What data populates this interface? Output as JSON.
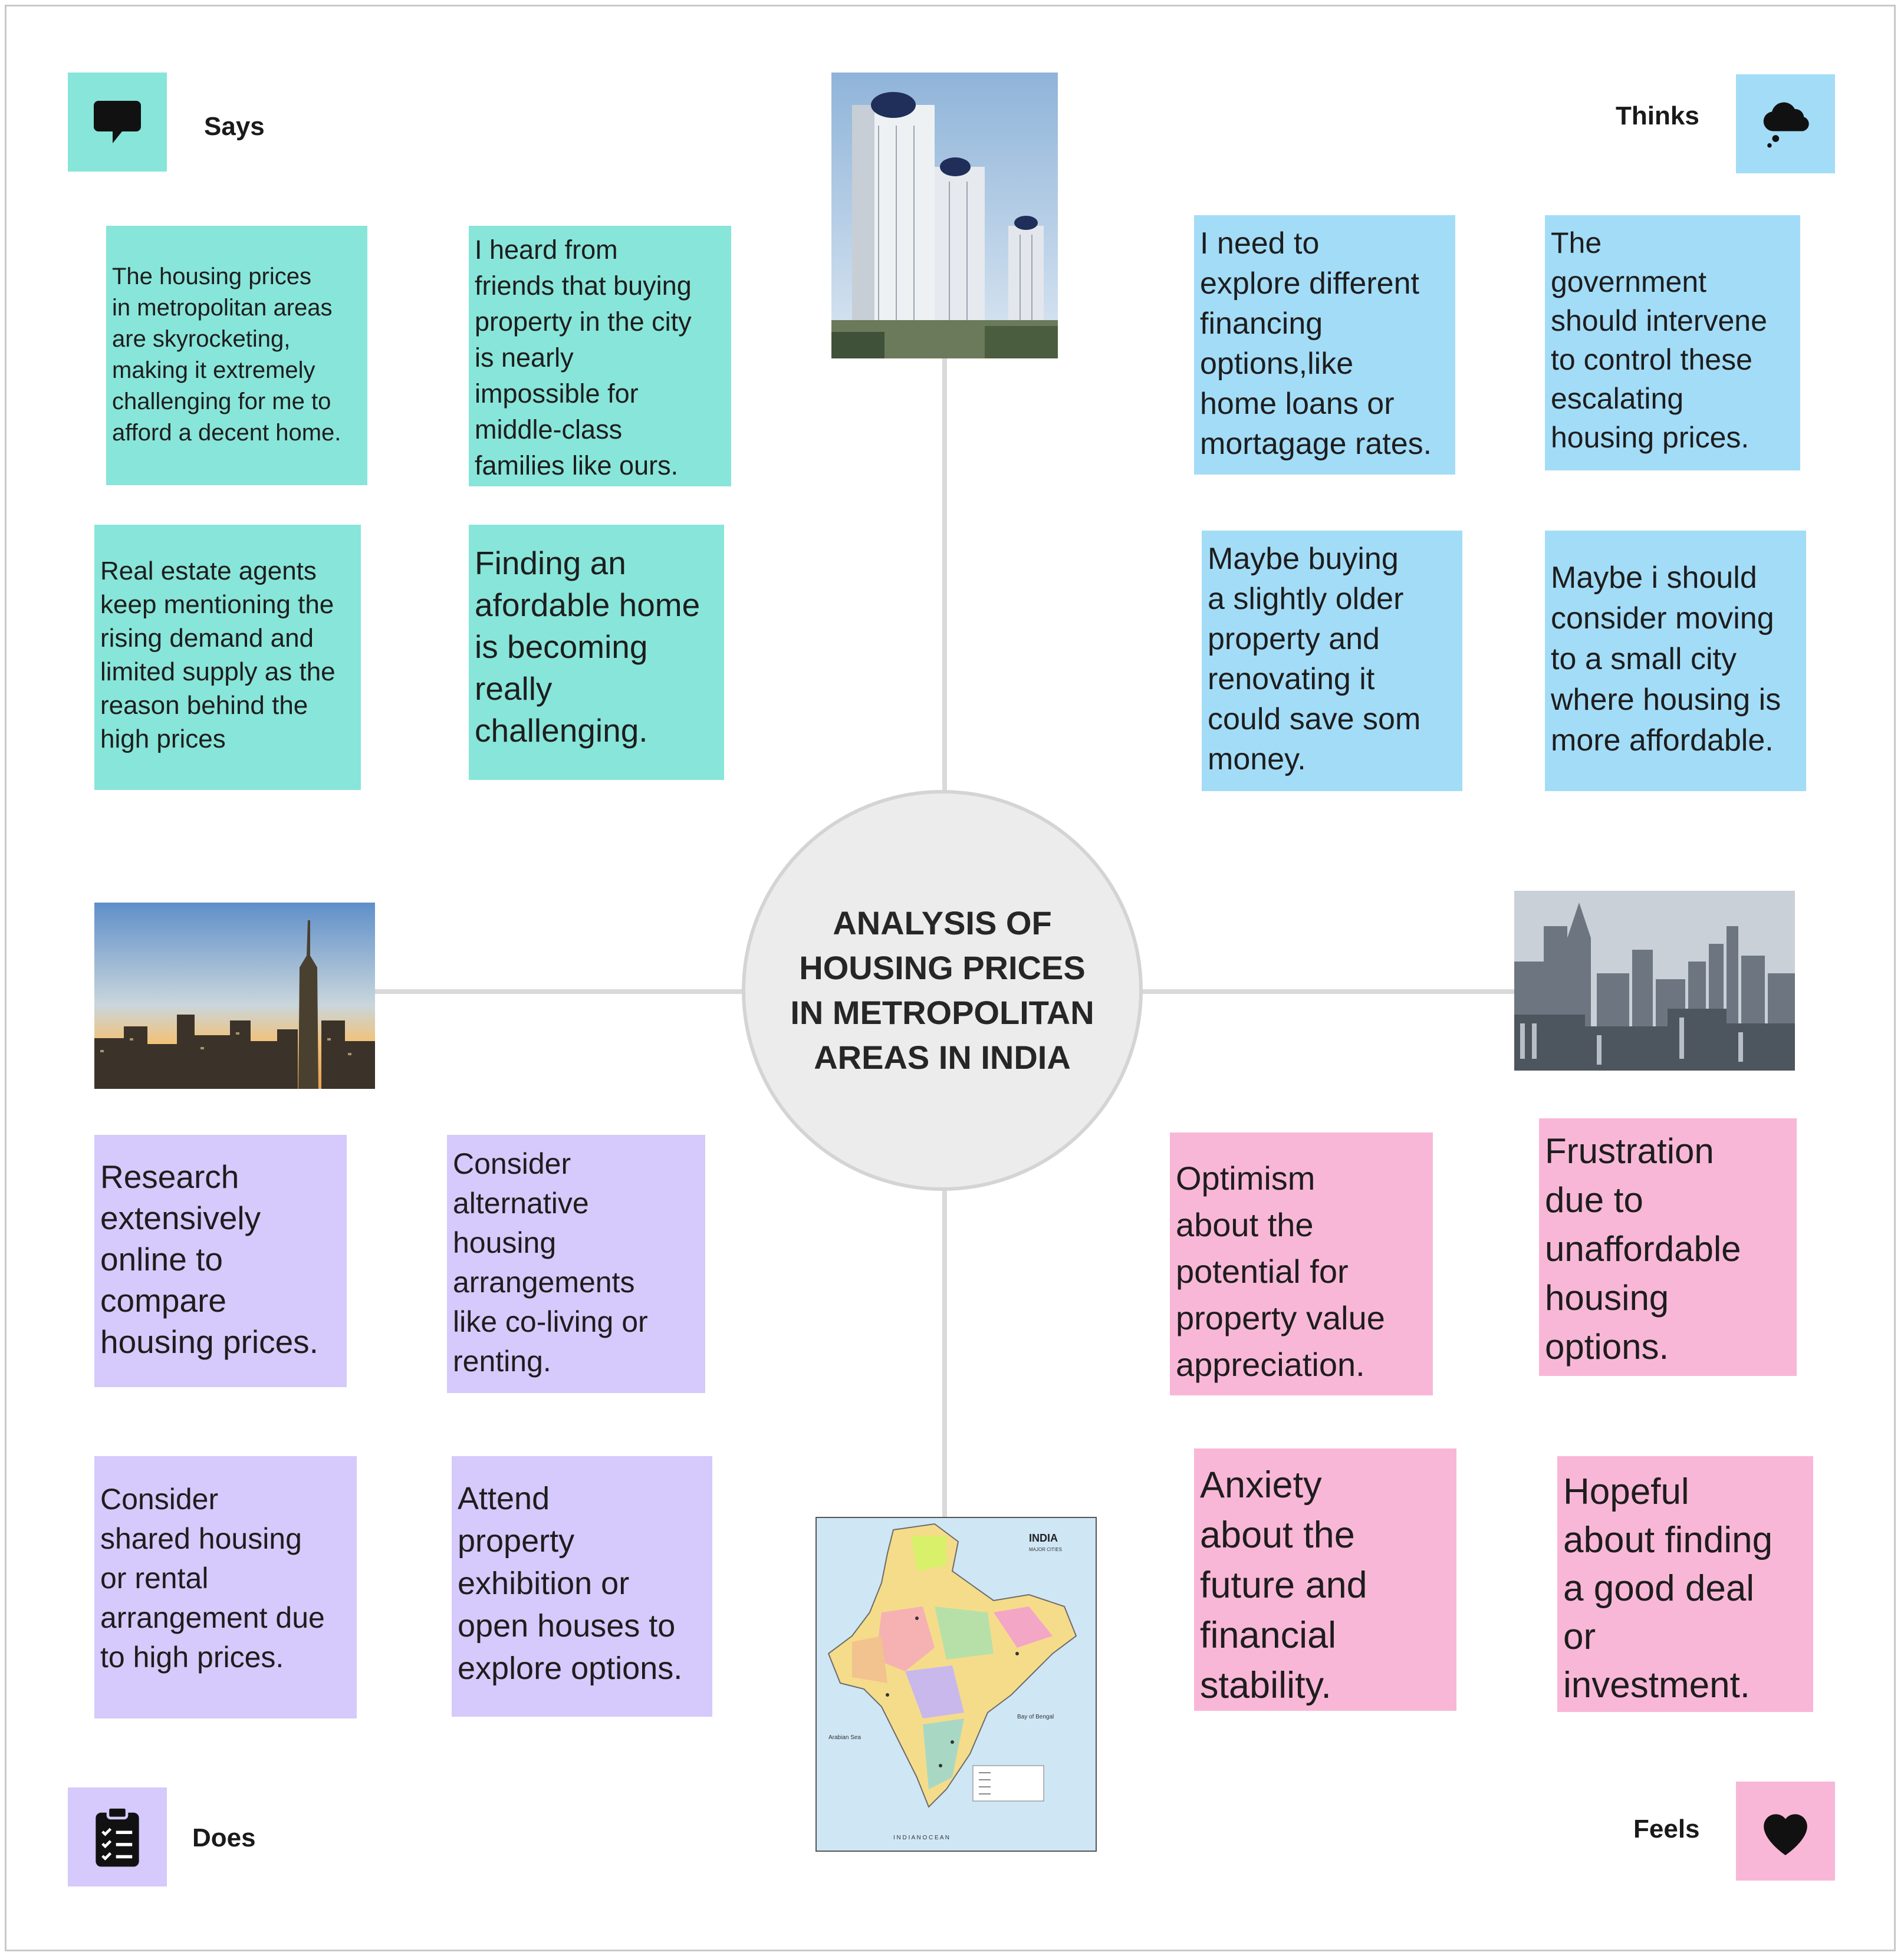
{
  "center_title": "ANALYSIS OF\nHOUSING PRICES\nIN METROPOLITAN\nAREAS IN INDIA",
  "quadrants": {
    "says": {
      "label": "Says",
      "icon": "speech-bubble-icon",
      "color": "#88e5d9",
      "notes": [
        "  The housing prices\nin metropolitan areas\nare skyrocketing,\nmaking it extremely\nchallenging for me to\nafford a decent home.",
        "  I heard from\nfriends that buying\nproperty in the city\nis nearly\nimpossible for\nmiddle-class\nfamilies like ours.",
        "  Real estate agents\nkeep mentioning the\nrising demand and\nlimited supply as the\nreason behind the\nhigh prices",
        "  Finding an\nafordable home\nis becoming\nreally\nchallenging."
      ]
    },
    "thinks": {
      "label": "Thinks",
      "icon": "thought-cloud-icon",
      "color": "#a3dcf7",
      "notes": [
        "  I need to\nexplore different\nfinancing\noptions,like\nhome loans or\nmortagage rates.",
        "  The\ngovernment\nshould intervene\nto control these\nescalating\nhousing prices.",
        "  Maybe buying\na slightly older\nproperty and\nrenovating it\ncould save som\nmoney.",
        "  Maybe i should\nconsider moving\nto a small city\nwhere housing is\nmore affordable."
      ]
    },
    "does": {
      "label": "Does",
      "icon": "clipboard-checklist-icon",
      "color": "#d6c9fb",
      "notes": [
        "  Research\nextensively\nonline to\ncompare\nhousing prices.",
        "  Consider\nalternative\nhousing\narrangements\nlike co-living or\nrenting.",
        "  Consider\nshared housing\nor rental\narrangement due\nto high prices.",
        "  Attend\nproperty\nexhibition or\nopen houses to\nexplore options."
      ]
    },
    "feels": {
      "label": "Feels",
      "icon": "heart-icon",
      "color": "#f9b7d7",
      "notes": [
        "  Optimism\nabout the\npotential for\nproperty value\nappreciation.",
        "  Frustration\ndue to\nunaffordable\nhousing\noptions.",
        "  Anxiety\nabout the\nfuture and\nfinancial\nstability.",
        "  Hopeful\nabout finding\na good deal\nor\ninvestment."
      ]
    }
  },
  "map": {
    "title": "INDIA",
    "subtitle": "MAJOR CITIES",
    "sea_label": "Arabian\nSea",
    "bay_label": "Bay\nof\nBengal",
    "ocean_label": "I N D I A N        O C E A N"
  }
}
